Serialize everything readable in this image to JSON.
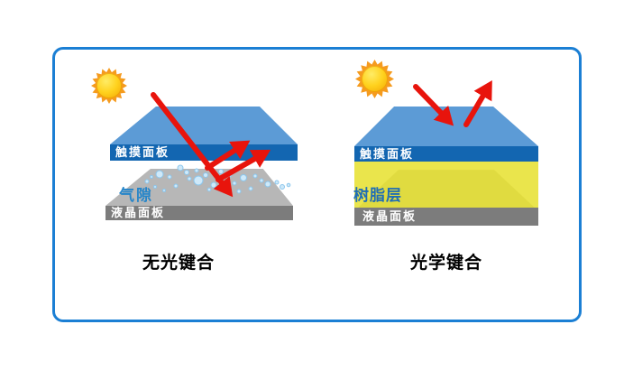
{
  "left_diagram": {
    "title": "无光键合",
    "layers": {
      "touch_panel": "触摸面板",
      "air_gap": "气隙",
      "lcd_panel": "液晶面板"
    }
  },
  "right_diagram": {
    "title": "光学键合",
    "layers": {
      "touch_panel": "触摸面板",
      "resin": "树脂层",
      "lcd_panel": "液晶面板"
    }
  },
  "colors": {
    "frame_border": "#1B7FD4",
    "touch_glass_blue": "#5C9BD6",
    "touch_bar_blue": "#1366B1",
    "lcd_glass_gray": "#B7B7B7",
    "lcd_bar_gray": "#7C7C7C",
    "resin_yellow": "#EAE54C",
    "light_ray_red": "#E8140C",
    "sun_orange": "#F59B1E",
    "air_gap_label_blue": "#2585C9",
    "resin_label_blue": "#1F6DB5"
  }
}
